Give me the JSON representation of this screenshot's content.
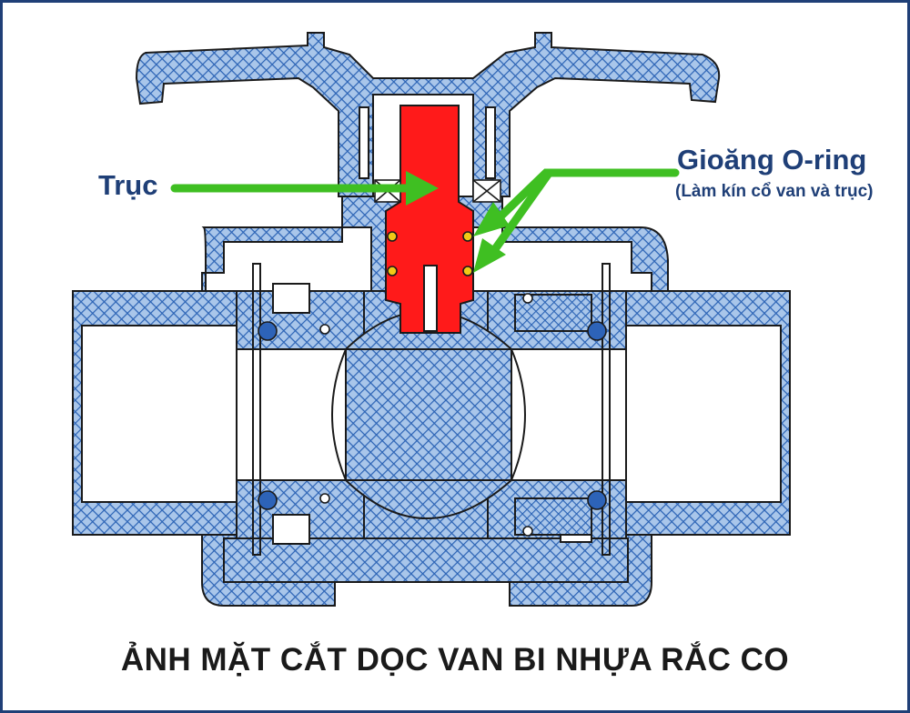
{
  "labels": {
    "shaft": "Trục",
    "oring": "Gioăng O-ring",
    "oring_note": "(Làm kín cổ van và trục)"
  },
  "caption": "ẢNH MẶT CẮT DỌC VAN BI NHỰA RẮC CO",
  "colors": {
    "border": "#1f3f77",
    "hatch": "#2b63b5",
    "body_fill": "#a9c6ea",
    "shaft": "#ff1a1a",
    "arrow": "#3fbf22",
    "oring_dot": "#2d63b8",
    "seal_ring": "#f2c916",
    "title_text": "#1f3f77"
  },
  "icons": [
    "valve-cross-section",
    "arrow-right",
    "o-ring"
  ]
}
